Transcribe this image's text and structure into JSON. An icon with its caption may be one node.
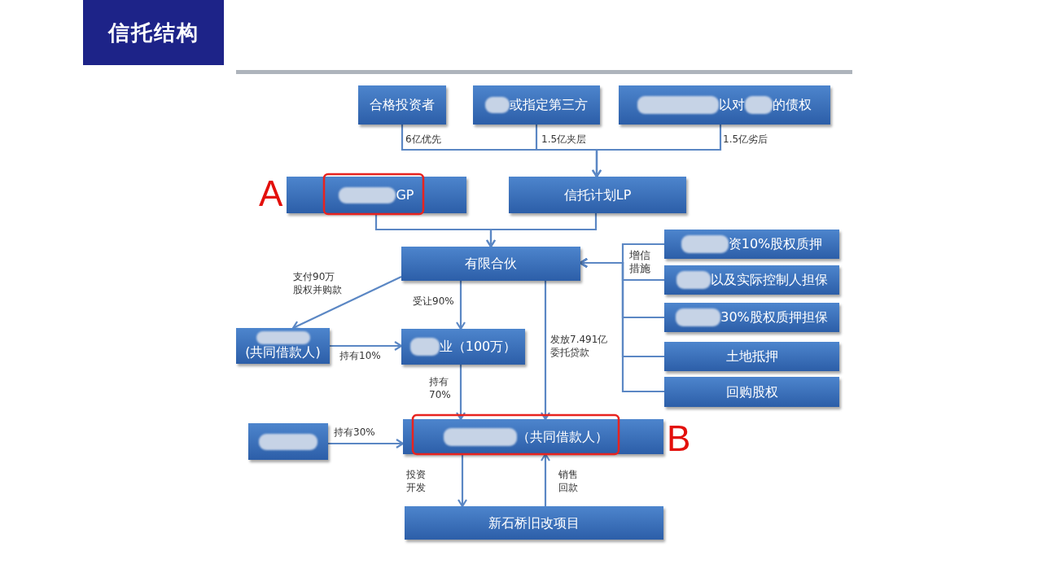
{
  "diagram": {
    "title": "信托结构",
    "nodes": [
      {
        "text": [
          "合格投资者"
        ]
      },
      {
        "text": [
          "或指定第三方"
        ]
      },
      {
        "text": [
          "以对",
          "的债权"
        ]
      },
      {
        "text": [
          "GP"
        ]
      },
      {
        "text": [
          "信托计划LP"
        ]
      },
      {
        "text": [
          "有限合伙"
        ]
      },
      {
        "text": [
          "资10%股权质押"
        ]
      },
      {
        "text": [
          "以及实际控制人担保"
        ]
      },
      {
        "text": [
          "30%股权质押担保"
        ]
      },
      {
        "text": [
          "土地抵押"
        ]
      },
      {
        "text": [
          "回购股权"
        ]
      },
      {
        "text": [
          "(共同借款人)"
        ]
      },
      {
        "text": [
          "业（100万）"
        ]
      },
      {
        "text": [],
        "shape": "box"
      },
      {
        "text": [
          "（共同借款人）"
        ]
      },
      {
        "text": [
          "新石桥旧改项目"
        ]
      }
    ],
    "edges": [
      {
        "from": 0,
        "to": 4,
        "arrow": "to",
        "label": "6亿优先"
      },
      {
        "from": 1,
        "to": 4,
        "arrow": "to",
        "label": "1.5亿夹层"
      },
      {
        "from": 2,
        "to": 4,
        "arrow": "to",
        "label": "1.5亿劣后"
      },
      {
        "from": 3,
        "to": 5,
        "arrow": "to"
      },
      {
        "from": 4,
        "to": 5,
        "arrow": "to"
      },
      {
        "from": 6,
        "to": 5,
        "arrow": "to"
      },
      {
        "from": 7,
        "to": 5,
        "arrow": "to"
      },
      {
        "from": 8,
        "to": 5,
        "arrow": "to"
      },
      {
        "from": 9,
        "to": 5,
        "arrow": "to"
      },
      {
        "from": 10,
        "to": 5,
        "arrow": "to"
      },
      {
        "from": 5,
        "to": 11,
        "arrow": "to",
        "label": "支付90万股权并购款"
      },
      {
        "from": 5,
        "to": 12,
        "arrow": "to",
        "label": "受让90%"
      },
      {
        "from": 11,
        "to": 12,
        "arrow": "to",
        "label": "持有10%"
      },
      {
        "from": 12,
        "to": 14,
        "arrow": "to",
        "label": "持有70%"
      },
      {
        "from": 5,
        "to": 14,
        "arrow": "to",
        "label": "发放7.491亿委托贷款"
      },
      {
        "from": 13,
        "to": 14,
        "arrow": "to",
        "label": "持有30%"
      },
      {
        "from": 14,
        "to": 15,
        "arrow": "to",
        "label": "投资开发"
      },
      {
        "from": 15,
        "to": 14,
        "arrow": "to",
        "label": "销售回款"
      }
    ],
    "labels": [
      "A",
      "增信措施",
      "B"
    ]
  }
}
